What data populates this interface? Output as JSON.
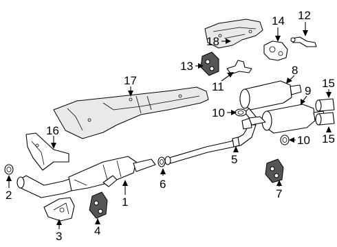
{
  "callouts": {
    "c1": "1",
    "c2": "2",
    "c3": "3",
    "c4": "4",
    "c5": "5",
    "c6": "6",
    "c7": "7",
    "c8": "8",
    "c9": "9",
    "c10a": "10",
    "c10b": "10",
    "c11": "11",
    "c12": "12",
    "c13": "13",
    "c14": "14",
    "c15a": "15",
    "c15b": "15",
    "c16": "16",
    "c17": "17",
    "c18": "18"
  }
}
